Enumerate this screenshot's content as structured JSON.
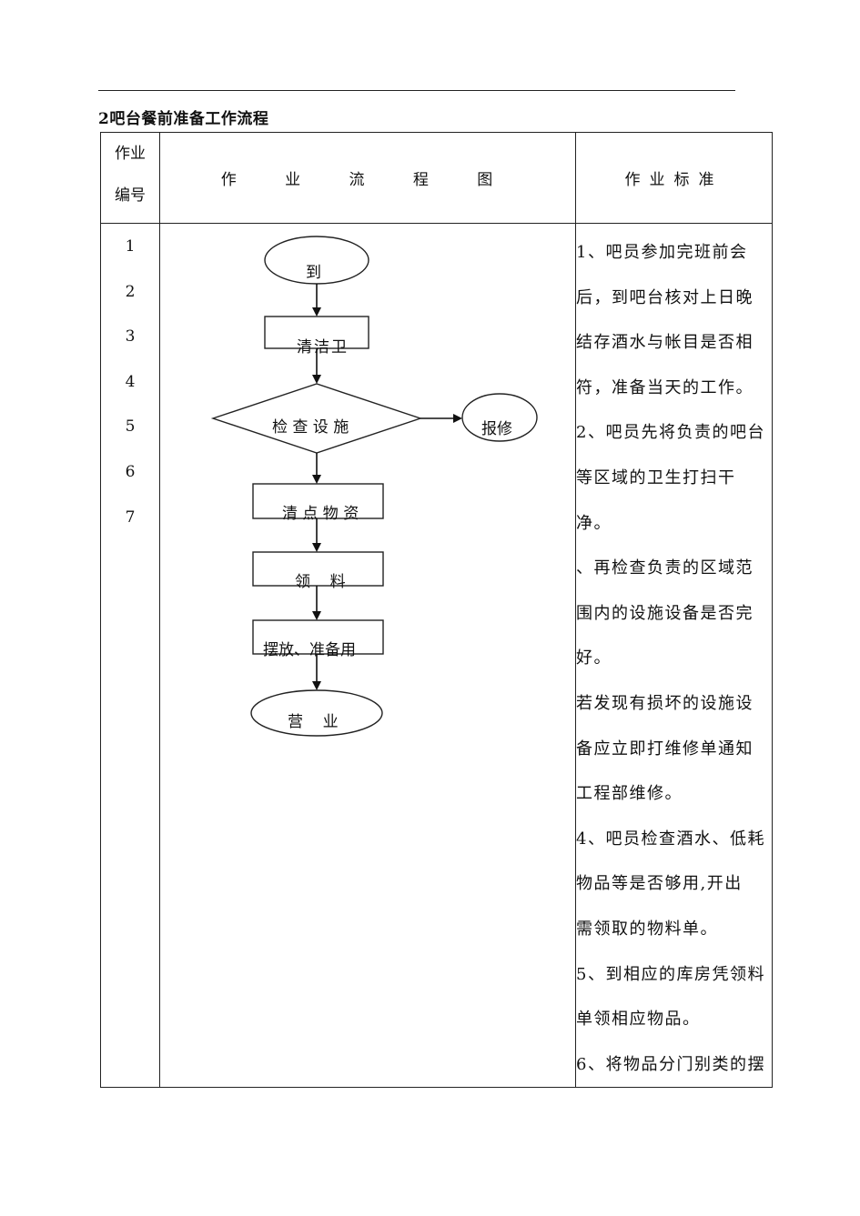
{
  "title": "2吧台餐前准备工作流程",
  "header": {
    "col_num_line1": "作业",
    "col_num_line2": "编号",
    "col_flow": "作 业 流 程 图",
    "col_std": "作业标准"
  },
  "step_numbers": [
    "1",
    "2",
    "3",
    "4",
    "5",
    "6",
    "7"
  ],
  "flowchart": {
    "start": "到",
    "clean": "清洁卫",
    "check": "检 查 设 施",
    "repair": "报修",
    "count": "清 点 物 资",
    "receive": "领    料",
    "arrange": "摆放、准备用",
    "end": "营    业"
  },
  "standards": [
    "1、吧员参加完班前会",
    "后，到吧台核对上日晚",
    "结存酒水与帐目是否相",
    "符，准备当天的工作。",
    "2、吧员先将负责的吧台",
    "等区域的卫生打扫干",
    "净。",
    "、再检查负责的区域范",
    "围内的设施设备是否完",
    "好。",
    "若发现有损坏的设施设",
    "备应立即打维修单通知",
    "工程部维修。",
    "4、吧员检查酒水、低耗",
    "物品等是否够用,开出",
    "需领取的物料单。",
    "5、到相应的库房凭领料",
    "单领相应物品。",
    "6、将物品分门别类的摆"
  ]
}
